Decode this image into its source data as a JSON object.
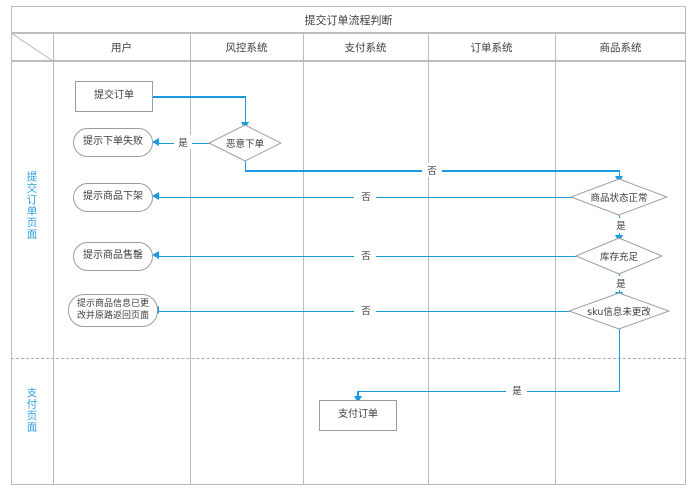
{
  "diagram": {
    "title": "提交订单流程判断",
    "columns": [
      {
        "label": "用户"
      },
      {
        "label": "风控系统"
      },
      {
        "label": "支付系统"
      },
      {
        "label": "订单系统"
      },
      {
        "label": "商品系统"
      }
    ],
    "lanes": [
      {
        "label": "提交订单页面"
      },
      {
        "label": "支付页面"
      }
    ],
    "nodes": [
      {
        "id": "submit-order",
        "label": "提交订单",
        "shape": "rect"
      },
      {
        "id": "tip-order-failed",
        "label": "提示下单失败",
        "shape": "round"
      },
      {
        "id": "tip-item-offline",
        "label": "提示商品下架",
        "shape": "round"
      },
      {
        "id": "tip-item-soldout",
        "label": "提示商品售罄",
        "shape": "round"
      },
      {
        "id": "tip-item-changed-1",
        "label": "提示商品信息已更",
        "shape": "round"
      },
      {
        "id": "tip-item-changed-2",
        "label": "改并原路返回页面",
        "shape": "round"
      },
      {
        "id": "malicious-order",
        "label": "恶意下单",
        "shape": "diamond"
      },
      {
        "id": "item-status-ok",
        "label": "商品状态正常",
        "shape": "diamond"
      },
      {
        "id": "stock-enough",
        "label": "库存充足",
        "shape": "diamond"
      },
      {
        "id": "sku-unchanged",
        "label": "sku信息未更改",
        "shape": "diamond"
      },
      {
        "id": "pay-order",
        "label": "支付订单",
        "shape": "rect"
      }
    ],
    "edge_labels": {
      "yes": "是",
      "no": "否",
      "malicious_yes": "是",
      "malicious_no": "否",
      "status_no": "否",
      "status_yes": "是",
      "stock_no": "否",
      "stock_yes": "是",
      "sku_no": "否",
      "sku_yes": "是"
    },
    "colors": {
      "connector": "#1a9be0",
      "lane_label": "#2b9ee0",
      "node_border": "#9a9ea3",
      "grid": "#b9bcc0",
      "text": "#3d3d3d"
    }
  }
}
